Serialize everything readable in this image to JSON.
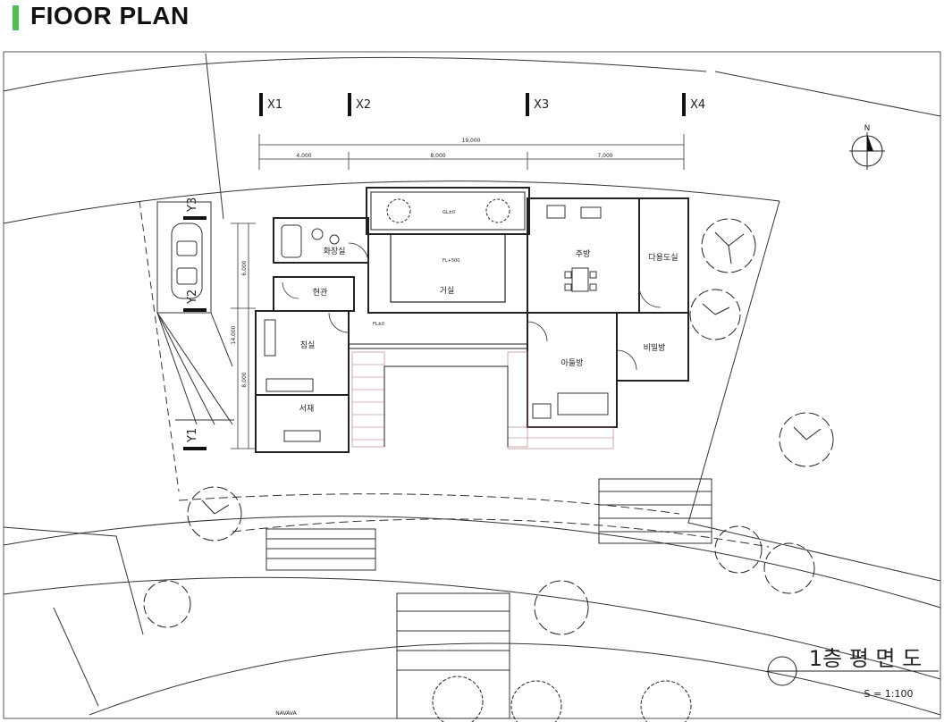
{
  "header": {
    "title": "FIOOR PLAN",
    "accent_color": "#5cb85c"
  },
  "grid_axes": {
    "x": [
      "X1",
      "X2",
      "X3",
      "X4"
    ],
    "y": [
      "Y1",
      "Y2",
      "Y3"
    ]
  },
  "dimensions": {
    "overall": "19,000",
    "segments": [
      "4,000",
      "8,000",
      "7,000"
    ],
    "vertical": [
      "14,000",
      "6,000",
      "8,000"
    ]
  },
  "rooms": {
    "bathroom": "화장실",
    "entrance": "현관",
    "living": "거실",
    "kitchen": "주방",
    "utility": "다용도실",
    "bedroom": "침실",
    "study": "서재",
    "kids_room": "아들방",
    "secret_room": "비밀방"
  },
  "levels": {
    "terrace": "GL±0",
    "living": "FL+500",
    "hall": "FL±0"
  },
  "drawing_title": "1층 평 면 도",
  "scale": "S = 1:100",
  "north_label": "N",
  "footer_text": "NAVAVA"
}
